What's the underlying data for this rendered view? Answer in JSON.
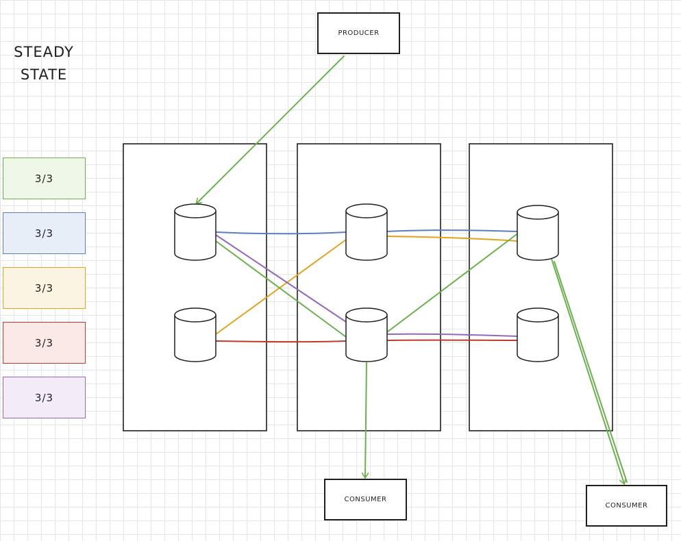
{
  "title": {
    "line1": "STEADY",
    "line2": "STATE"
  },
  "badges": [
    {
      "label": "3/3",
      "color": "#6ab04c",
      "fill": "#eef7e8"
    },
    {
      "label": "3/3",
      "color": "#5b7fbe",
      "fill": "#e8eef8"
    },
    {
      "label": "3/3",
      "color": "#e3a21a",
      "fill": "#fcf4e2"
    },
    {
      "label": "3/3",
      "color": "#c0392b",
      "fill": "#fbe9e7"
    },
    {
      "label": "3/3",
      "color": "#9467bd",
      "fill": "#f3ecf8"
    }
  ],
  "producer": {
    "label": "PRODUCER"
  },
  "consumers": [
    {
      "label": "CONSUMER"
    },
    {
      "label": "CONSUMER"
    }
  ],
  "colors": {
    "ink": "#1e1e1e",
    "green": "#6ab04c",
    "blue": "#5b7fbe",
    "orange": "#e3a21a",
    "red": "#c0392b",
    "purple": "#9467bd"
  }
}
